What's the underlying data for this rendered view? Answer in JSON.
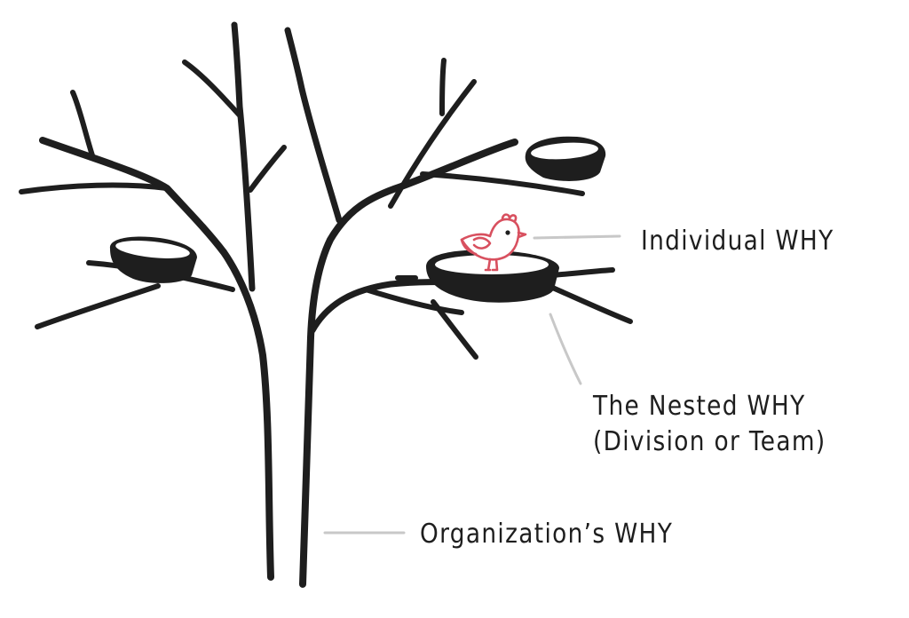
{
  "labels": {
    "individual": "Individual WHY",
    "nested_line1": "The Nested WHY",
    "nested_line2": "(Division or Team)",
    "organization": "Organization’s WHY"
  },
  "colors": {
    "ink": "#1e1e1e",
    "leader_line": "#c8c8c8",
    "bird": "#d8505f",
    "background": "#ffffff"
  },
  "icons": {
    "bird": "bird-icon",
    "nest": "nest-icon",
    "tree": "tree-icon"
  }
}
